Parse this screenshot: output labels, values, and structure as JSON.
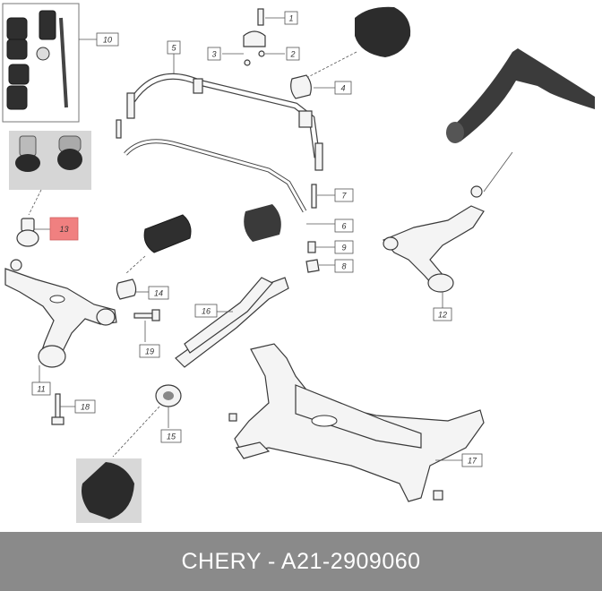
{
  "footer": {
    "text": "CHERY - A21-2909060"
  },
  "colors": {
    "footer_bg": "#8a8a8a",
    "highlight": "#f08080"
  },
  "callouts": [
    {
      "label": "1",
      "highlighted": false
    },
    {
      "label": "2",
      "highlighted": false
    },
    {
      "label": "3",
      "highlighted": false
    },
    {
      "label": "4",
      "highlighted": false
    },
    {
      "label": "5",
      "highlighted": false
    },
    {
      "label": "6",
      "highlighted": false
    },
    {
      "label": "7",
      "highlighted": false
    },
    {
      "label": "8",
      "highlighted": false
    },
    {
      "label": "9",
      "highlighted": false
    },
    {
      "label": "10",
      "highlighted": false
    },
    {
      "label": "11",
      "highlighted": false
    },
    {
      "label": "12",
      "highlighted": false
    },
    {
      "label": "13",
      "highlighted": true
    },
    {
      "label": "14",
      "highlighted": false
    },
    {
      "label": "15",
      "highlighted": false
    },
    {
      "label": "16",
      "highlighted": false
    },
    {
      "label": "17",
      "highlighted": false
    },
    {
      "label": "18",
      "highlighted": false
    },
    {
      "label": "19",
      "highlighted": false
    }
  ]
}
